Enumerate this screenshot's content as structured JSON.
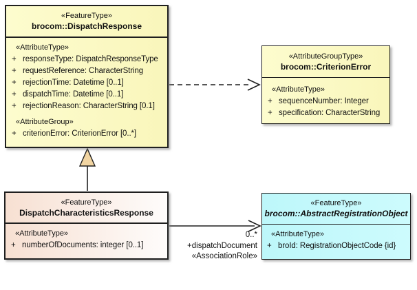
{
  "palette": {
    "class_yellow": "#FBF9C3",
    "class_peach_left": "#F7E0D2",
    "class_cyan": "#C0F8FB",
    "border": "#1F1F1F",
    "generalization_triangle_fill": "#F2D5A2",
    "background": "#FFFFFF"
  },
  "boxes": {
    "dispatchResponse": {
      "stereotype": "«FeatureType»",
      "name": "brocom::DispatchResponse",
      "rows": [
        {
          "kind": "stereo",
          "text": "«AttributeType»"
        },
        {
          "kind": "attr",
          "vis": "+",
          "text": "responseType: DispatchResponseType"
        },
        {
          "kind": "attr",
          "vis": "+",
          "text": "requestReference: CharacterString"
        },
        {
          "kind": "attr",
          "vis": "+",
          "text": "rejectionTime: Datetime [0..1]"
        },
        {
          "kind": "attr",
          "vis": "+",
          "text": "dispatchTime: Datetime [0..1]"
        },
        {
          "kind": "attr",
          "vis": "+",
          "text": "rejectionReason: CharacterString [0.1]"
        },
        {
          "kind": "stereo",
          "text": "«AttributeGroup»"
        },
        {
          "kind": "attr",
          "vis": "+",
          "text": "criterionError: CriterionError [0..*]"
        }
      ]
    },
    "criterionError": {
      "stereotype": "«AttributeGroupType»",
      "name": "brocom::CriterionError",
      "rows": [
        {
          "kind": "stereo",
          "text": "«AttributeType»"
        },
        {
          "kind": "attr",
          "vis": "+",
          "text": "sequenceNumber: Integer"
        },
        {
          "kind": "attr",
          "vis": "+",
          "text": "specification: CharacterString"
        }
      ]
    },
    "dispatchCharacteristicsResponse": {
      "stereotype": "«FeatureType»",
      "name": "DispatchCharacteristicsResponse",
      "rows": [
        {
          "kind": "stereo",
          "text": "«AttributeType»"
        },
        {
          "kind": "attr",
          "vis": "+",
          "text": "numberOfDocuments: integer [0..1]"
        }
      ]
    },
    "abstractRegistrationObject": {
      "stereotype": "«FeatureType»",
      "name": "brocom::AbstractRegistrationObject",
      "rows": [
        {
          "kind": "stereo",
          "text": "«AttributeType»"
        },
        {
          "kind": "attr",
          "vis": "+",
          "text": "broId: RegistrationObjectCode {id}"
        }
      ]
    }
  },
  "connectors": {
    "association": {
      "multiplicity": "0..*",
      "role": "+dispatchDocument",
      "stereotype": "«AssociationRole»"
    }
  }
}
